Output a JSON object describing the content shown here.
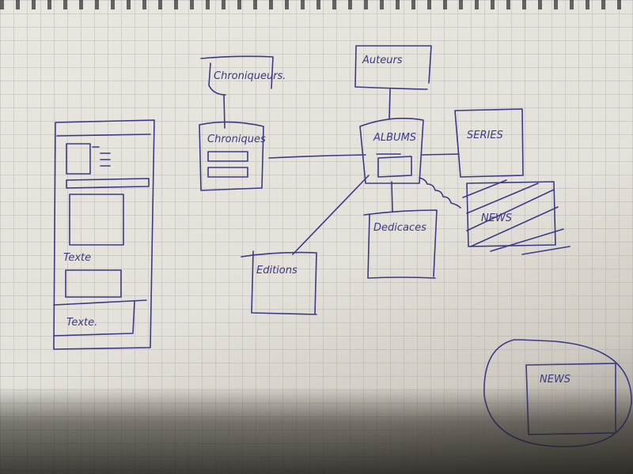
{
  "diagram": {
    "ink_color": "#3b3a86",
    "nodes": {
      "chroniqueurs": "Chroniqueurs.",
      "auteurs": "Auteurs",
      "chroniques": "Chroniques",
      "albums": "ALBUMS",
      "series": "SERIES",
      "news_hatched": "NEWS",
      "dedicaces": "Dedicaces",
      "editions": "Editions",
      "news_circled": "NEWS"
    },
    "wireframe": {
      "text_1": "Texte",
      "text_2": "Texte."
    }
  }
}
